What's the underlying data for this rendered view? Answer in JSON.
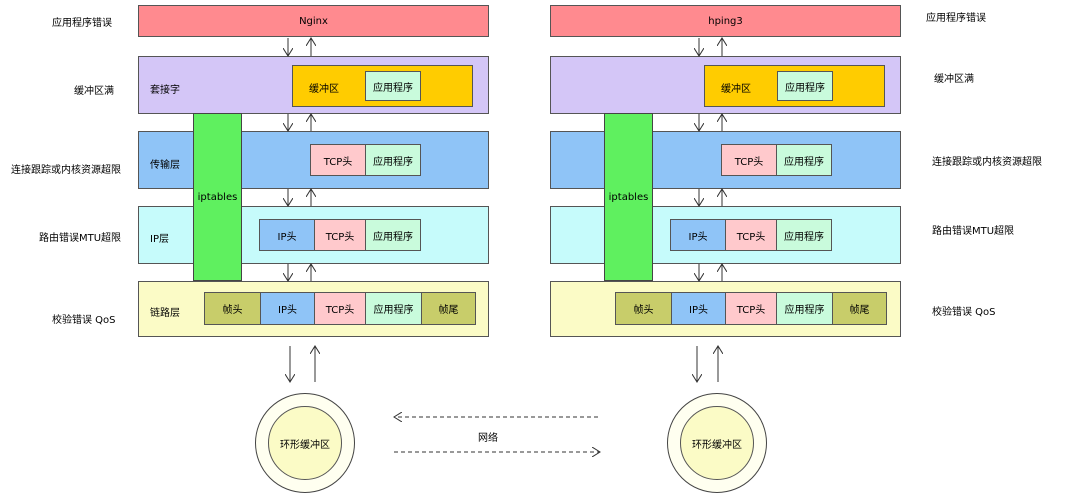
{
  "left_labels": {
    "app_error": "应用程序错误",
    "buffer_full": "缓冲区满",
    "conntrack": "连接跟踪或内核资源超限",
    "route_mtu": "路由错误MTU超限",
    "checksum_qos": "校验错误 QoS"
  },
  "right_labels": {
    "app_error": "应用程序错误",
    "buffer_full": "缓冲区满",
    "conntrack": "连接跟踪或内核资源超限",
    "route_mtu": "路由错误MTU超限",
    "checksum_qos": "校验错误 QoS"
  },
  "left_stack": {
    "app_name": "Nginx",
    "socket_layer": "套接字",
    "transport_layer": "传输层",
    "ip_layer": "IP层",
    "link_layer": "链路层",
    "iptables": "iptables",
    "ring_buffer": "环形缓冲区"
  },
  "right_stack": {
    "app_name": "hping3",
    "iptables": "iptables",
    "ring_buffer": "环形缓冲区"
  },
  "cells": {
    "buffer": "缓冲区",
    "application": "应用程序",
    "tcp_header": "TCP头",
    "ip_header": "IP头",
    "frame_header": "帧头",
    "frame_tail": "帧尾"
  },
  "network_label": "网络",
  "colors": {
    "app_bar": "#ff8a8f",
    "socket_layer": "#d4c6f7",
    "transport_layer": "#8fc4f7",
    "ip_layer": "#c6fbfb",
    "link_layer": "#fbfbc6",
    "iptables": "#5ff05f",
    "buffer_box": "#ffcc00",
    "app_cell": "#c9fbdc",
    "tcp_cell": "#ffc9cc",
    "ip_cell": "#8fc4f7",
    "frame_cell": "#c8cd6a"
  }
}
